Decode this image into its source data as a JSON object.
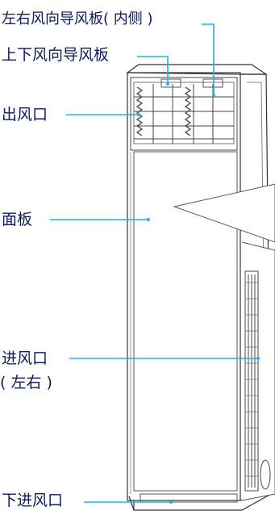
{
  "labels": {
    "side_louver": "左右风向导风板( 内侧 )",
    "top_louver": "上下风向导风板",
    "air_outlet": "出风口",
    "panel": "面板",
    "air_inlet": "进风口",
    "air_inlet_note": "( 左右 )",
    "lower_inlet": "下进风口"
  },
  "colors": {
    "leader_line": "#25b0e6",
    "label_text": "#0d1b5c",
    "outline": "#333333"
  }
}
